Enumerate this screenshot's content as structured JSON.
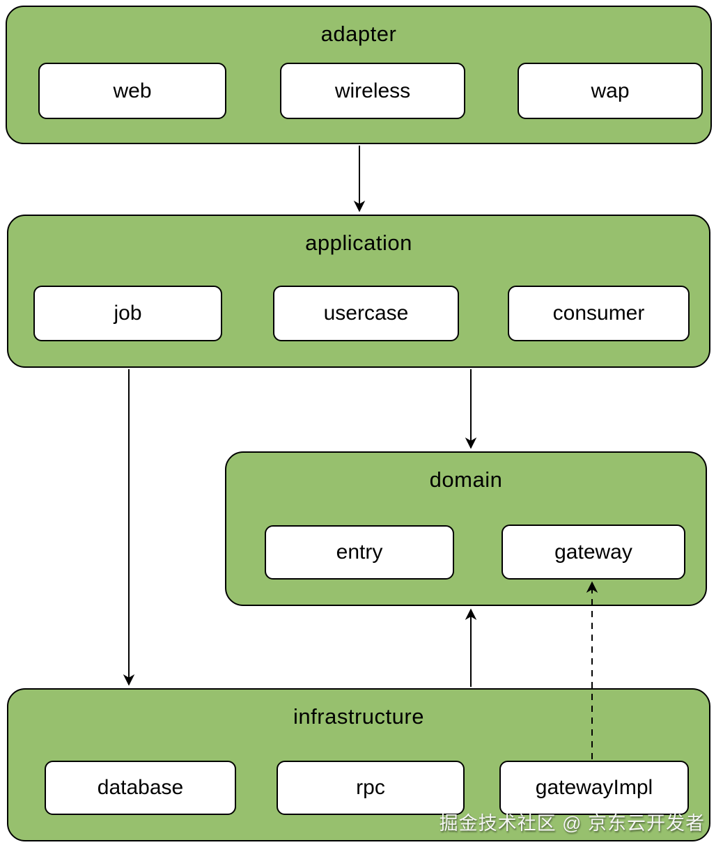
{
  "diagram": {
    "layers": [
      {
        "title": "adapter",
        "components": [
          "web",
          "wireless",
          "wap"
        ]
      },
      {
        "title": "application",
        "components": [
          "job",
          "usercase",
          "consumer"
        ]
      },
      {
        "title": "domain",
        "components": [
          "entry",
          "gateway"
        ]
      },
      {
        "title": "infrastructure",
        "components": [
          "database",
          "rpc",
          "gatewayImpl"
        ]
      }
    ],
    "edges": [
      {
        "from": "adapter",
        "to": "application",
        "style": "solid"
      },
      {
        "from": "application",
        "to": "domain",
        "style": "solid"
      },
      {
        "from": "job",
        "to": "infrastructure",
        "style": "solid"
      },
      {
        "from": "infrastructure",
        "to": "domain",
        "style": "solid"
      },
      {
        "from": "gatewayImpl",
        "to": "gateway",
        "style": "dashed"
      }
    ],
    "colors": {
      "layer_fill": "#97c06e",
      "layer_border": "#000000",
      "box_fill": "#ffffff",
      "box_border": "#000000",
      "text": "#000000",
      "watermark_text": "#ffffff"
    }
  },
  "watermark": "掘金技术社区 @ 京东云开发者"
}
